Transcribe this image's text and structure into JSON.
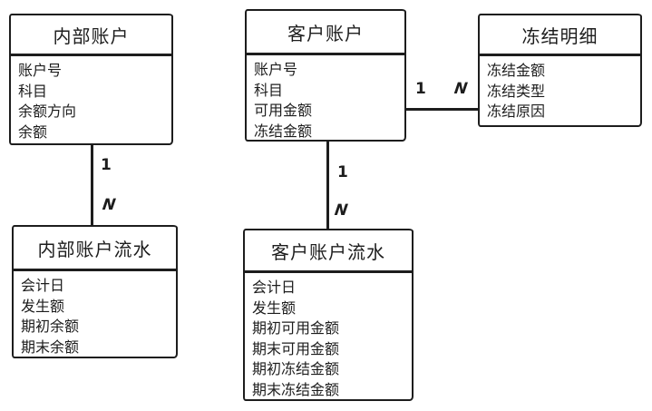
{
  "diagram": {
    "type": "entity-relationship",
    "colors": {
      "stroke": "#1d1d1d",
      "background": "#ffffff"
    },
    "entities": [
      {
        "id": "internal-account",
        "title": "内部账户",
        "fields": [
          "账户号",
          "科目",
          "余额方向",
          "余额"
        ]
      },
      {
        "id": "customer-account",
        "title": "客户账户",
        "fields": [
          "账户号",
          "科目",
          "可用金额",
          "冻结金额"
        ]
      },
      {
        "id": "freeze-detail",
        "title": "冻结明细",
        "fields": [
          "冻结金额",
          "冻结类型",
          "冻结原因"
        ]
      },
      {
        "id": "internal-account-flow",
        "title": "内部账户流水",
        "fields": [
          "会计日",
          "发生额",
          "期初余额",
          "期末余额"
        ]
      },
      {
        "id": "customer-account-flow",
        "title": "客户账户流水",
        "fields": [
          "会计日",
          "发生额",
          "期初可用金额",
          "期末可用金额",
          "期初冻结金额",
          "期末冻结金额"
        ]
      }
    ],
    "relations": [
      {
        "id": "internal-account_to_flow",
        "from": "内部账户",
        "to": "内部账户流水",
        "from_label": "1",
        "to_label": "N"
      },
      {
        "id": "customer-account_to_flow",
        "from": "客户账户",
        "to": "客户账户流水",
        "from_label": "1",
        "to_label": "N"
      },
      {
        "id": "customer-account_to_freeze-detail",
        "from": "客户账户",
        "to": "冻结明细",
        "from_label": "1",
        "to_label": "N"
      }
    ]
  }
}
